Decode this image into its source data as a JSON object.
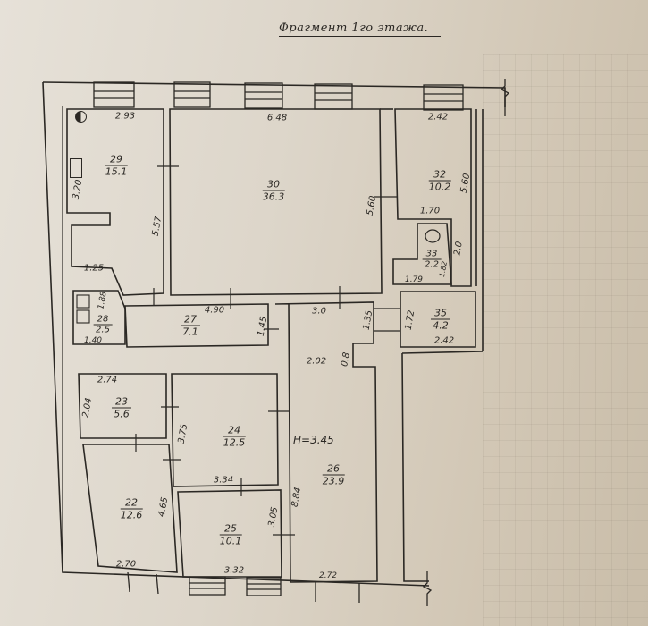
{
  "title": "Фрагмент 1го этажа.",
  "ceiling_height": "H=3.45",
  "rooms": [
    {
      "id": "29",
      "number": "29",
      "area": "15.1"
    },
    {
      "id": "30",
      "number": "30",
      "area": "36.3"
    },
    {
      "id": "32",
      "number": "32",
      "area": "10.2"
    },
    {
      "id": "33",
      "number": "33",
      "area": "2.2"
    },
    {
      "id": "28",
      "number": "28",
      "area": "2.5"
    },
    {
      "id": "27",
      "number": "27",
      "area": "7.1"
    },
    {
      "id": "35",
      "number": "35",
      "area": "4.2"
    },
    {
      "id": "23",
      "number": "23",
      "area": "5.6"
    },
    {
      "id": "24",
      "number": "24",
      "area": "12.5"
    },
    {
      "id": "22",
      "number": "22",
      "area": "12.6"
    },
    {
      "id": "25",
      "number": "25",
      "area": "10.1"
    },
    {
      "id": "26",
      "number": "26",
      "area": "23.9"
    }
  ],
  "dimensions": {
    "r29_top": "2.93",
    "r29_side": "3.20",
    "r29_right": "5.57",
    "r29_bottom": "1.25",
    "r30_top": "6.48",
    "r30_right": "5.60",
    "r32_top": "2.42",
    "r32_right": "5.60",
    "r32_bottom": "1.70",
    "r33_right": "2.0",
    "r33_bottom": "1.79",
    "r33_side": "1.82",
    "r28_side": "1.88",
    "r28_bottom": "1.40",
    "r27_top": "4.90",
    "r27_right": "1.45",
    "r26_top": "3.0",
    "r26_door": "1.35",
    "r26_inner": "2.02",
    "r26_notch": "0.8",
    "r26_left": "8.84",
    "r26_bottom": "2.72",
    "r35_left": "1.72",
    "r35_bottom": "2.42",
    "r23_top": "2.74",
    "r23_side": "2.04",
    "r24_left": "3.75",
    "r24_bottom": "3.34",
    "r22_right": "4.65",
    "r22_bottom": "2.70",
    "r25_right": "3.05",
    "r25_bottom": "3.32"
  }
}
